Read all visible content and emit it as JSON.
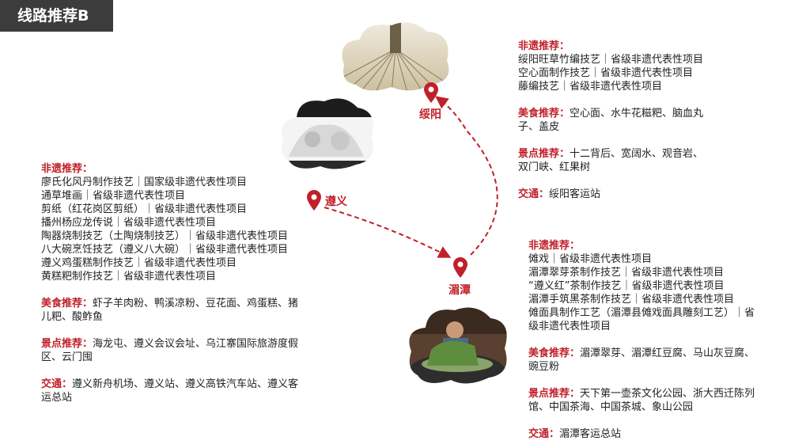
{
  "title": "线路推荐B",
  "colors": {
    "accent": "#c0202a",
    "title_bg": "#3c3c3c"
  },
  "places": {
    "suiyang": "绥阳",
    "zunyi": "遵义",
    "meitan": "湄潭"
  },
  "zunyi": {
    "heritage_label": "非遗推荐：",
    "heritage": [
      "廖氏化风丹制作技艺｜国家级非遗代表性项目",
      "通草堆画｜省级非遗代表性项目",
      "剪纸（红花岗区剪纸）｜省级非遗代表性项目",
      "播州杨应龙传说｜省级非遗代表性项目",
      "陶器烧制技艺（土陶烧制技艺）｜省级非遗代表性项目",
      "八大碗烹饪技艺（遵义八大碗）｜省级非遗代表性项目",
      "遵义鸡蛋糕制作技艺｜省级非遗代表性项目",
      "黄糕粑制作技艺｜省级非遗代表性项目"
    ],
    "food_label": "美食推荐：",
    "food": [
      "虾子羊肉粉、鸭溪凉粉、豆花面、鸡蛋糕、猪",
      "儿粑、酸鲊鱼"
    ],
    "sights_label": "景点推荐：",
    "sights": [
      "海龙屯、遵义会议会址、乌江寨国际旅游度假",
      "区、云门囤"
    ],
    "traffic_label": "交通：",
    "traffic": [
      "遵义新舟机场、遵义站、遵义高铁汽车站、遵义客",
      "运总站"
    ]
  },
  "suiyang": {
    "heritage_label": "非遗推荐：",
    "heritage": [
      "绥阳旺草竹编技艺｜省级非遗代表性项目",
      "空心面制作技艺｜省级非遗代表性项目",
      "藤编技艺｜省级非遗代表性项目"
    ],
    "food_label": "美食推荐：",
    "food": [
      "空心面、水牛花糍粑、脑血丸",
      "子、盖皮"
    ],
    "sights_label": "景点推荐：",
    "sights": [
      "十二背后、宽阔水、观音岩、",
      "双门峡、红果树"
    ],
    "traffic_label": "交通：",
    "traffic": [
      "绥阳客运站"
    ]
  },
  "meitan": {
    "heritage_label": "非遗推荐：",
    "heritage": [
      "傩戏｜省级非遗代表性项目",
      "湄潭翠芽茶制作技艺｜省级非遗代表性项目",
      "“遵义红”茶制作技艺｜省级非遗代表性项目",
      "湄潭手筑黑茶制作技艺｜省级非遗代表性项目",
      "傩面具制作工艺（湄潭县傩戏面具雕刻工艺）｜省",
      "级非遗代表性项目"
    ],
    "food_label": "美食推荐：",
    "food": [
      "湄潭翠芽、湄潭红豆腐、马山灰豆腐、",
      "豌豆粉"
    ],
    "sights_label": "景点推荐：",
    "sights": [
      "天下第一壶茶文化公园、浙大西迁陈列",
      "馆、中国茶海、中国茶城、象山公园"
    ],
    "traffic_label": "交通：",
    "traffic": [
      "湄潭客运总站"
    ]
  }
}
